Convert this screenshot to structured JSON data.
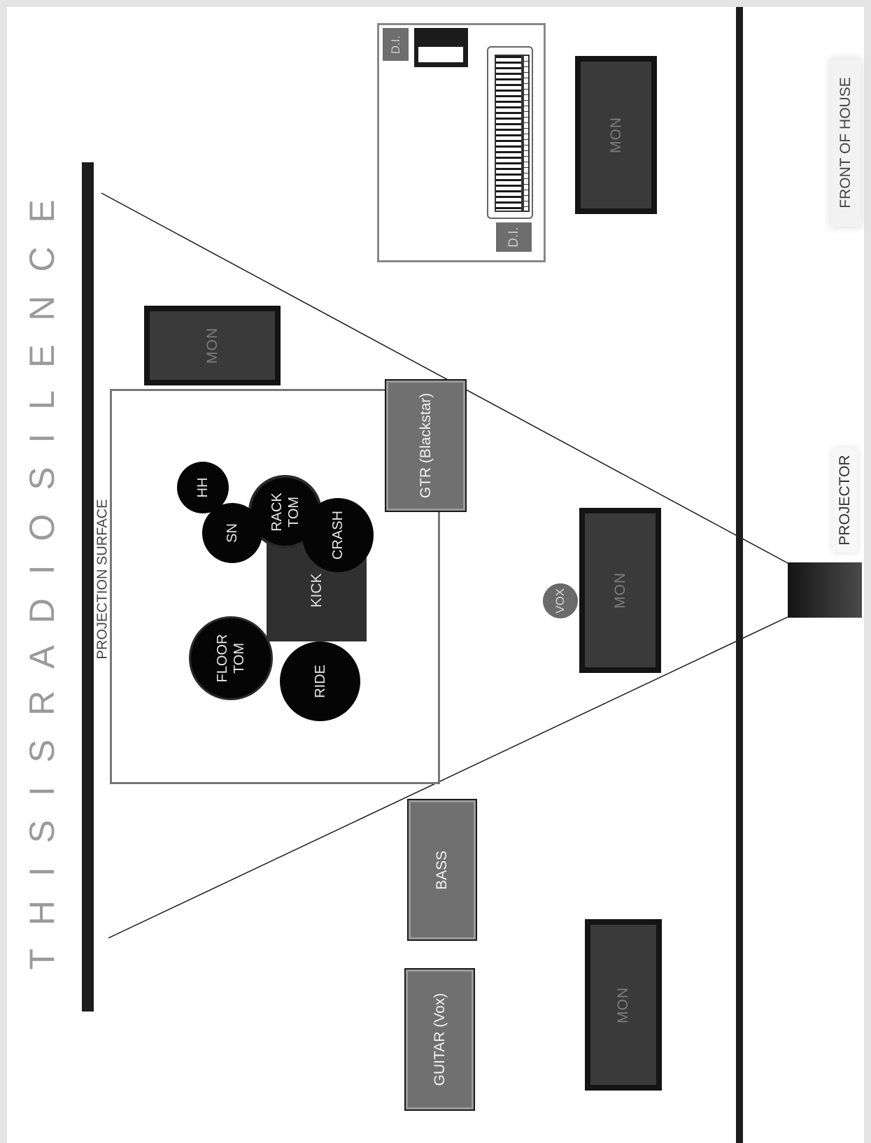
{
  "title": "T H I S   I S   R A D I O   S I L E N C E",
  "labels": {
    "projection_surface": "PROJECTION SURFACE",
    "projector": "PROJECTOR",
    "front_of_house": "FRONT OF HOUSE"
  },
  "monitors": {
    "mon_1": "MON",
    "mon_2": "MON",
    "mon_3": "MON",
    "mon_4": "MON"
  },
  "amps": {
    "gtr_blackstar": "GTR (Blackstar)",
    "bass": "BASS",
    "guitar_vox": "GUITAR (Vox)"
  },
  "drums": {
    "hh": "HH",
    "sn": "SN",
    "rack_tom": "RACK\nTOM",
    "crash": "CRASH",
    "kick": "KICK",
    "floor_tom": "FLOOR\nTOM",
    "ride": "RIDE"
  },
  "vocal": {
    "vox": "VOX"
  },
  "keys": {
    "di_top": "D.I.",
    "di_bottom": "D.I."
  },
  "colors": {
    "monitor_fill": "#3a3a3a",
    "amp_fill": "#707070",
    "drum_fill": "#050505",
    "line": "#1a1a1a"
  }
}
